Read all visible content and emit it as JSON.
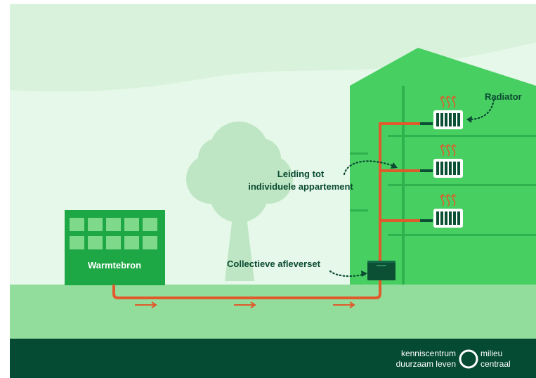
{
  "labels": {
    "radiator": "Radiator",
    "pipe_line1": "Leiding tot",
    "pipe_line2": "individuele appartement",
    "heat_source": "Warmtebron",
    "delivery_set": "Collectieve afleverset"
  },
  "logo": {
    "line1": "kenniscentrum",
    "line2": "duurzaam leven",
    "brand1": "milieu",
    "brand2": "centraal"
  },
  "colors": {
    "background": "#e6f8e9",
    "ground": "#92dd9c",
    "building": "#48cf62",
    "heat_source": "#1ea745",
    "pipe": "#e05a2b",
    "footer": "#054a32",
    "label_text": "#0a4a32"
  }
}
